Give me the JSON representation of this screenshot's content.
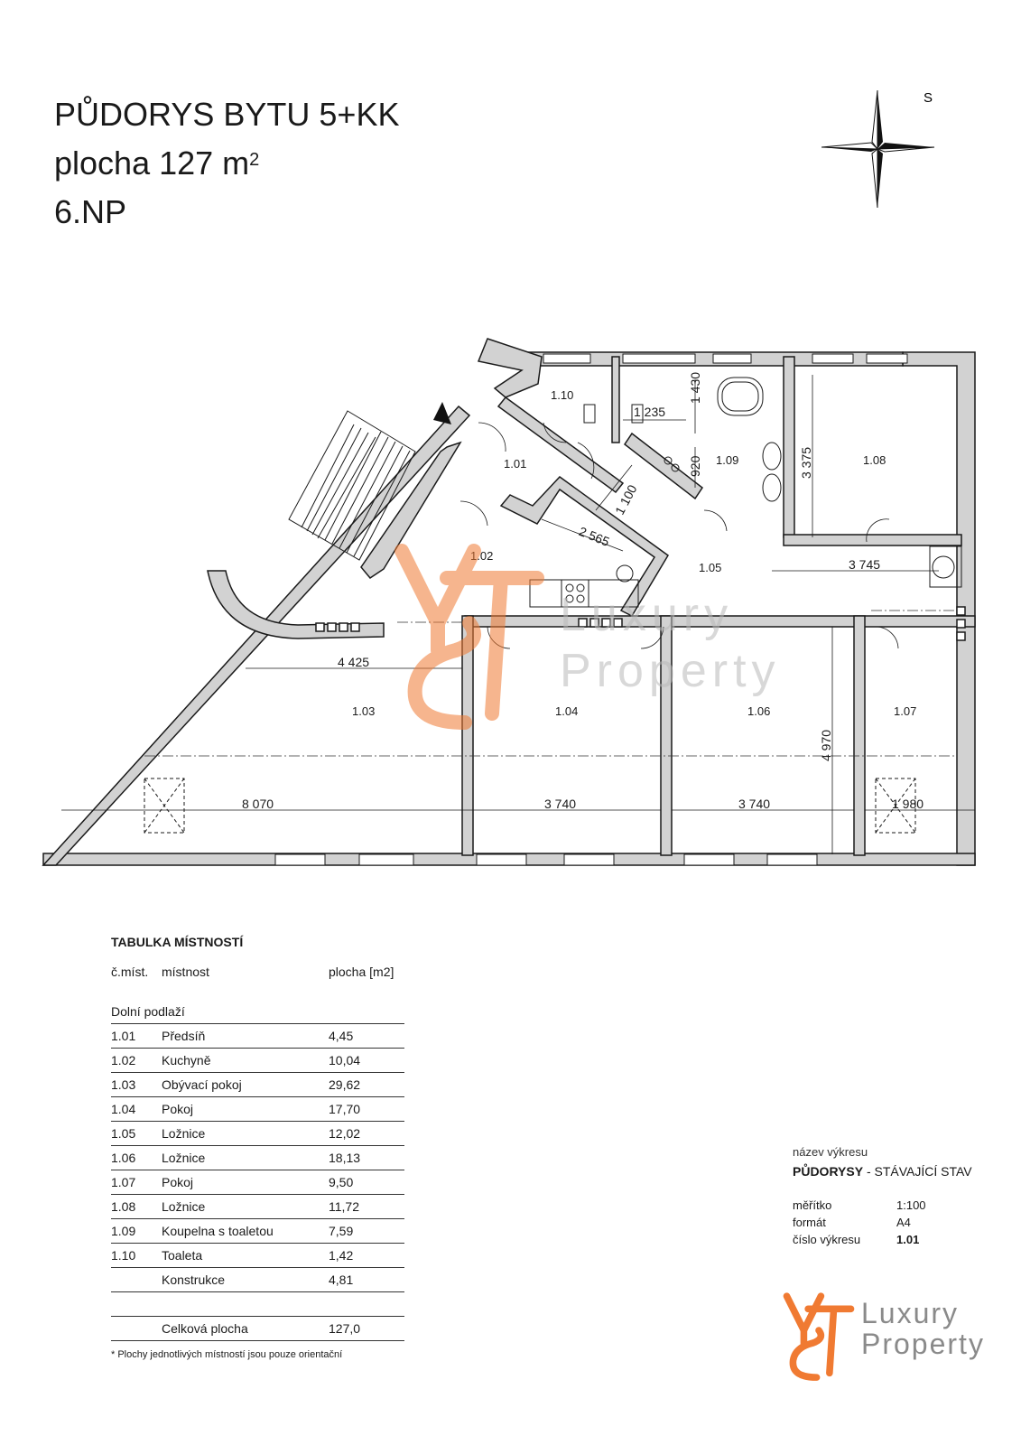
{
  "title": {
    "line1": "PŮDORYS BYTU 5+KK",
    "line2_prefix": "plocha 127 m",
    "line2_sup": "2",
    "line3": "6.NP"
  },
  "compass": {
    "label": "S"
  },
  "plan": {
    "rooms": [
      {
        "id": "1.01"
      },
      {
        "id": "1.02"
      },
      {
        "id": "1.03"
      },
      {
        "id": "1.04"
      },
      {
        "id": "1.05"
      },
      {
        "id": "1.06"
      },
      {
        "id": "1.07"
      },
      {
        "id": "1.08"
      },
      {
        "id": "1.09"
      },
      {
        "id": "1.10"
      }
    ],
    "dimensions": [
      "1 235",
      "1 430",
      "920",
      "3 375",
      "1 100",
      "2 565",
      "3 745",
      "4 425",
      "4 970",
      "8 070",
      "3 740",
      "3 740",
      "1 980"
    ]
  },
  "watermark": {
    "line1": "Luxury",
    "line2": "Property",
    "mark": "Y&T"
  },
  "room_table": {
    "heading": "TABULKA MÍSTNOSTÍ",
    "col_num": "č.míst.",
    "col_name": "místnost",
    "col_area": "plocha [m2]",
    "floor": "Dolní podlaží",
    "rows": [
      {
        "num": "1.01",
        "name": "Předsíň",
        "area": "4,45"
      },
      {
        "num": "1.02",
        "name": "Kuchyně",
        "area": "10,04"
      },
      {
        "num": "1.03",
        "name": "Obývací pokoj",
        "area": "29,62"
      },
      {
        "num": "1.04",
        "name": "Pokoj",
        "area": "17,70"
      },
      {
        "num": "1.05",
        "name": "Ložnice",
        "area": "12,02"
      },
      {
        "num": "1.06",
        "name": "Ložnice",
        "area": "18,13"
      },
      {
        "num": "1.07",
        "name": "Pokoj",
        "area": "9,50"
      },
      {
        "num": "1.08",
        "name": "Ložnice",
        "area": "11,72"
      },
      {
        "num": "1.09",
        "name": "Koupelna s toaletou",
        "area": "7,59"
      },
      {
        "num": "1.10",
        "name": "Toaleta",
        "area": "1,42"
      },
      {
        "num": "",
        "name": "Konstrukce",
        "area": "4,81"
      }
    ],
    "total_label": "Celková plocha",
    "total_area": "127,0",
    "note": "* Plochy jednotlivých místností jsou pouze orientační"
  },
  "drawing_info": {
    "name_label": "název výkresu",
    "name_bold": "PŮDORYSY",
    "name_rest": " - STÁVAJÍCÍ STAV",
    "scale_label": "měřítko",
    "scale_value": "1:100",
    "format_label": "formát",
    "format_value": "A4",
    "number_label": "číslo výkresu",
    "number_value": "1.01"
  },
  "logo": {
    "line1": "Luxury",
    "line2": "Property",
    "mark": "Y&T"
  },
  "colors": {
    "brand_orange": "#f07a32",
    "brand_gray": "#8a8a8a",
    "wall": "#d2d2d2",
    "line": "#1a1a1a"
  }
}
